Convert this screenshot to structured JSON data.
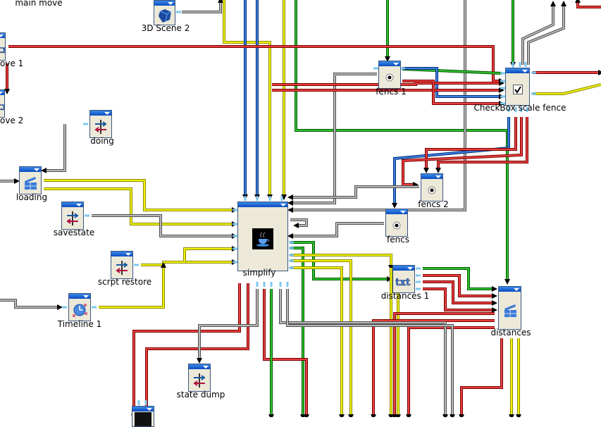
{
  "wire_colors": {
    "red": [
      "#7a0000",
      "#e84040"
    ],
    "yellow": [
      "#8a8a00",
      "#f2f200"
    ],
    "gray": [
      "#505050",
      "#b8b8b8"
    ],
    "green": [
      "#005a00",
      "#30c030"
    ],
    "blue": [
      "#00307a",
      "#4080e0"
    ]
  },
  "port_color": "#7ec8f0",
  "nodes": [
    {
      "id": "main-move",
      "label": "main move",
      "icon": "none"
    },
    {
      "id": "3d-scene-2",
      "label": "3D Scene 2",
      "icon": "cube-icon"
    },
    {
      "id": "move-1",
      "label": "ove 1",
      "icon": "text-icon"
    },
    {
      "id": "move-2",
      "label": "ove 2",
      "icon": "text-icon"
    },
    {
      "id": "doing",
      "label": "doing",
      "icon": "script-arrows-icon"
    },
    {
      "id": "loading",
      "label": "loading",
      "icon": "clapper-icon"
    },
    {
      "id": "savestate",
      "label": "savestate",
      "icon": "script-arrows-icon"
    },
    {
      "id": "scrpt-restore",
      "label": "scrpt restore",
      "icon": "script-arrows-icon"
    },
    {
      "id": "timeline-1",
      "label": "Timeline 1",
      "icon": "clock-icon"
    },
    {
      "id": "simplify",
      "label": "simplify",
      "icon": "java-cup-icon"
    },
    {
      "id": "fencs-1",
      "label": "fencs 1",
      "icon": "radio-icon"
    },
    {
      "id": "checkbox-scale-fence",
      "label": "CheckBox scale fence",
      "icon": "checkbox-icon"
    },
    {
      "id": "fencs-2",
      "label": "fencs 2",
      "icon": "radio-icon"
    },
    {
      "id": "fencs",
      "label": "fencs",
      "icon": "radio-icon"
    },
    {
      "id": "distances-1",
      "label": "distances 1",
      "icon": "text-icon"
    },
    {
      "id": "distances",
      "label": "distances",
      "icon": "clapper-icon"
    },
    {
      "id": "state-dump",
      "label": "state dump",
      "icon": "script-arrows-icon"
    },
    {
      "id": "bottom-node",
      "label": "",
      "icon": "dark-icon"
    }
  ]
}
